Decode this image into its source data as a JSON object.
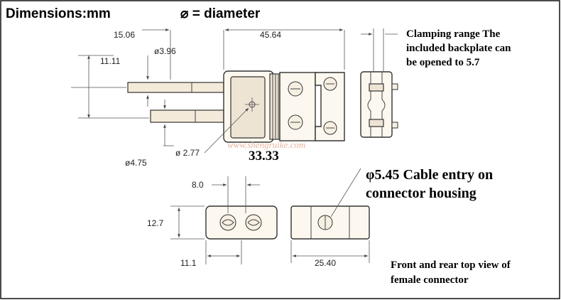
{
  "header": {
    "units": "Dimensions:mm",
    "legend": "⌀ =  diameter"
  },
  "dimensions": {
    "d1": "15.06",
    "d2": "45.64",
    "d3": "11.11",
    "d4": "ø3.96",
    "d5": "ø4.75",
    "d6": "ø 2.77",
    "d7": "33.33",
    "d8": "8.0",
    "d9": "12.7",
    "d10": "11.1",
    "d11": "25.40"
  },
  "notes": {
    "clamping_1": "Clamping range The",
    "clamping_2": "included backplate can",
    "clamping_3": "be opened to 5.7",
    "cable_1": "φ5.45 Cable entry on",
    "cable_2": "connector housing",
    "views_1": "Front and rear top view of",
    "views_2": "female connector"
  },
  "watermark": "www.shengruike.com"
}
